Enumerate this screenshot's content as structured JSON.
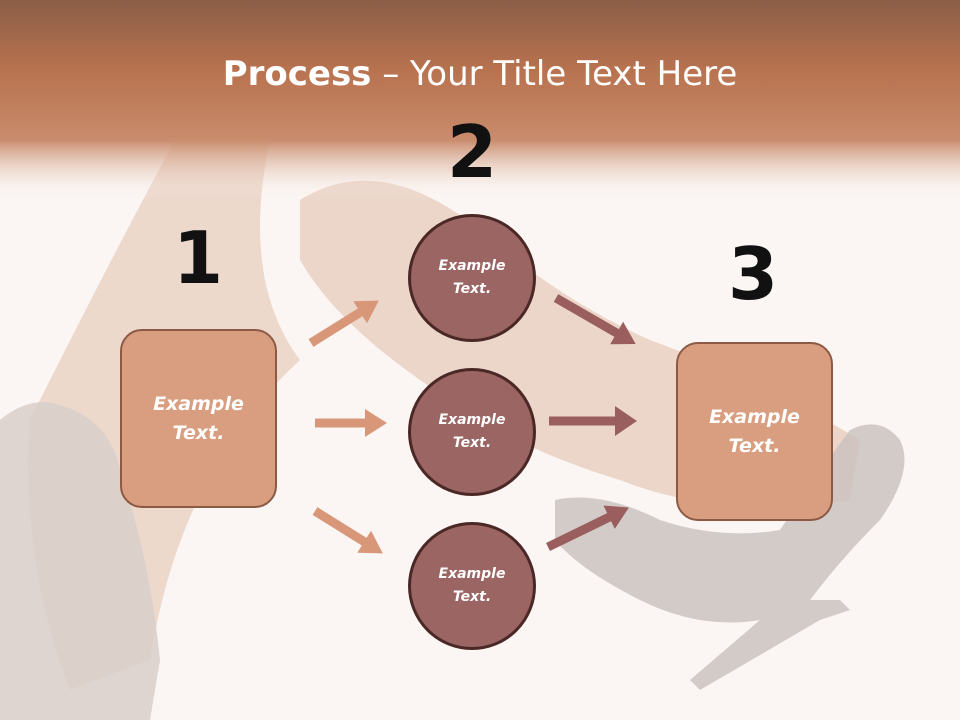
{
  "title": {
    "bold": "Process",
    "rest": " – Your Title Text Here"
  },
  "numbers": [
    "1",
    "2",
    "3"
  ],
  "boxes": {
    "left": "Example Text.",
    "right": "Example Text."
  },
  "circles": [
    "Example Text.",
    "Example Text.",
    "Example Text."
  ],
  "colors": {
    "header": "#c67d5a",
    "box_fill": "#d99e7f",
    "box_border": "#8c5a44",
    "circle_fill": "#9a6563",
    "circle_border": "#4a2826",
    "arrow_light": "#d9977a",
    "arrow_dark": "#9a5e5e"
  }
}
